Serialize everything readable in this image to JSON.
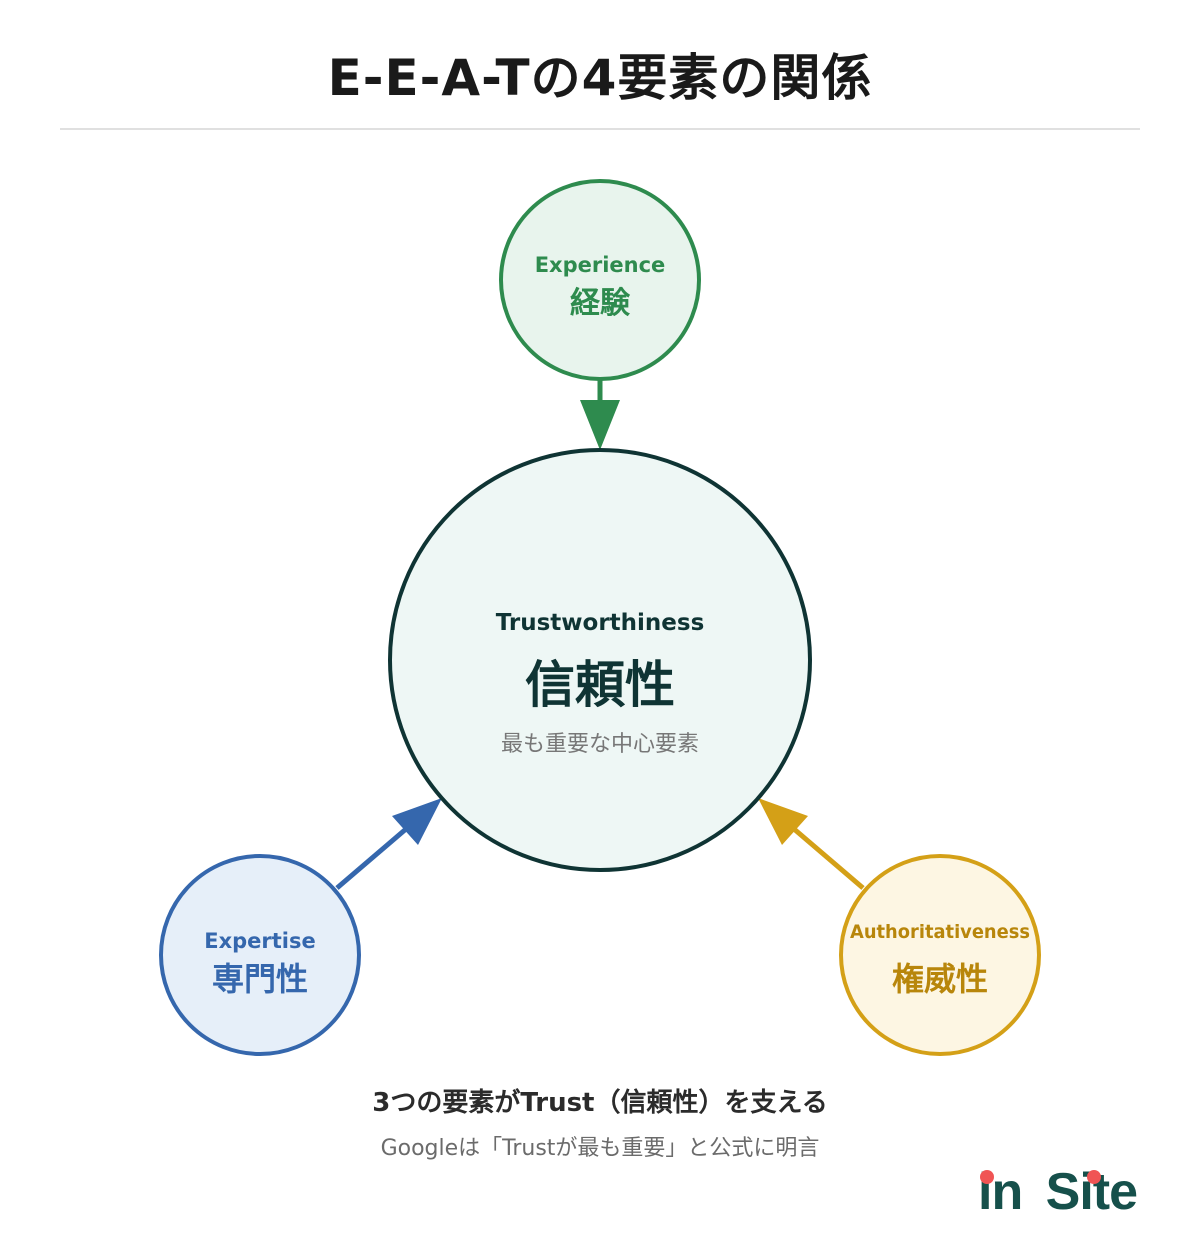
{
  "header": {
    "title": "E-E-A-Tの4要素の関係"
  },
  "colors": {
    "experience_stroke": "#2e8b4e",
    "experience_fill": "#e8f4ed",
    "trust_stroke": "#0f3434",
    "trust_fill": "#eef7f5",
    "expertise_stroke": "#3567ad",
    "expertise_fill": "#e6eff9",
    "authority_stroke": "#d4a017",
    "authority_fill": "#fdf6e3",
    "logo_text": "#16504b",
    "logo_dot": "#f05454"
  },
  "nodes": {
    "experience": {
      "en": "Experience",
      "ja": "経験"
    },
    "trust": {
      "en": "Trustworthiness",
      "ja": "信頼性",
      "note": "最も重要な中心要素"
    },
    "expertise": {
      "en": "Expertise",
      "ja": "専門性"
    },
    "authority": {
      "en": "Authoritativeness",
      "ja": "権威性"
    }
  },
  "edges": [
    {
      "from": "experience",
      "to": "trust"
    },
    {
      "from": "expertise",
      "to": "trust"
    },
    {
      "from": "authority",
      "to": "trust"
    }
  ],
  "caption": {
    "main": "3つの要素がTrust（信頼性）を支える",
    "sub": "Googleは「Trustが最も重要」と公式に明言"
  },
  "logo": {
    "part1": "in",
    "part2": "Site"
  }
}
